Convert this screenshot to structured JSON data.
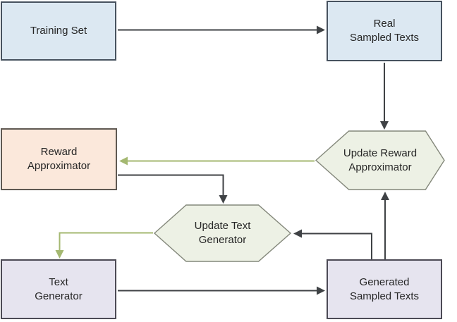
{
  "diagram": {
    "background": "#ffffff",
    "text_color": "#262626",
    "colors": {
      "arrow_dark": "#3f4245",
      "arrow_green": "#a4b871"
    },
    "nodes": {
      "training_set": {
        "label": "Training Set",
        "shape": "rectangle",
        "fill": "#dce8f2",
        "border": "#47525f"
      },
      "real_sampled_texts": {
        "label": "Real\nSampled Texts",
        "shape": "rectangle",
        "fill": "#dce8f2",
        "border": "#47525f"
      },
      "reward_approximator": {
        "label": "Reward\nApproximator",
        "shape": "rectangle",
        "fill": "#fbe8db",
        "border": "#5f5952"
      },
      "update_reward_approximator": {
        "label": "Update Reward\nApproximator",
        "shape": "hexagon",
        "fill": "#edf1e5",
        "border": "#84887b"
      },
      "update_text_generator": {
        "label": "Update Text\nGenerator",
        "shape": "hexagon",
        "fill": "#edf1e5",
        "border": "#84887b"
      },
      "text_generator": {
        "label": "Text\nGenerator",
        "shape": "rectangle",
        "fill": "#e6e4ef",
        "border": "#4c4a55"
      },
      "generated_sampled_texts": {
        "label": "Generated\nSampled Texts",
        "shape": "rectangle",
        "fill": "#e6e4ef",
        "border": "#4c4a55"
      }
    },
    "edges": [
      {
        "from": "training_set",
        "to": "real_sampled_texts",
        "color": "dark"
      },
      {
        "from": "real_sampled_texts",
        "to": "update_reward_approximator",
        "color": "dark"
      },
      {
        "from": "update_reward_approximator",
        "to": "reward_approximator",
        "color": "green"
      },
      {
        "from": "reward_approximator",
        "to": "update_text_generator",
        "color": "dark"
      },
      {
        "from": "update_text_generator",
        "to": "text_generator",
        "color": "green"
      },
      {
        "from": "text_generator",
        "to": "generated_sampled_texts",
        "color": "dark"
      },
      {
        "from": "generated_sampled_texts",
        "to": "update_text_generator",
        "color": "dark"
      },
      {
        "from": "generated_sampled_texts",
        "to": "update_reward_approximator",
        "color": "dark"
      }
    ]
  }
}
